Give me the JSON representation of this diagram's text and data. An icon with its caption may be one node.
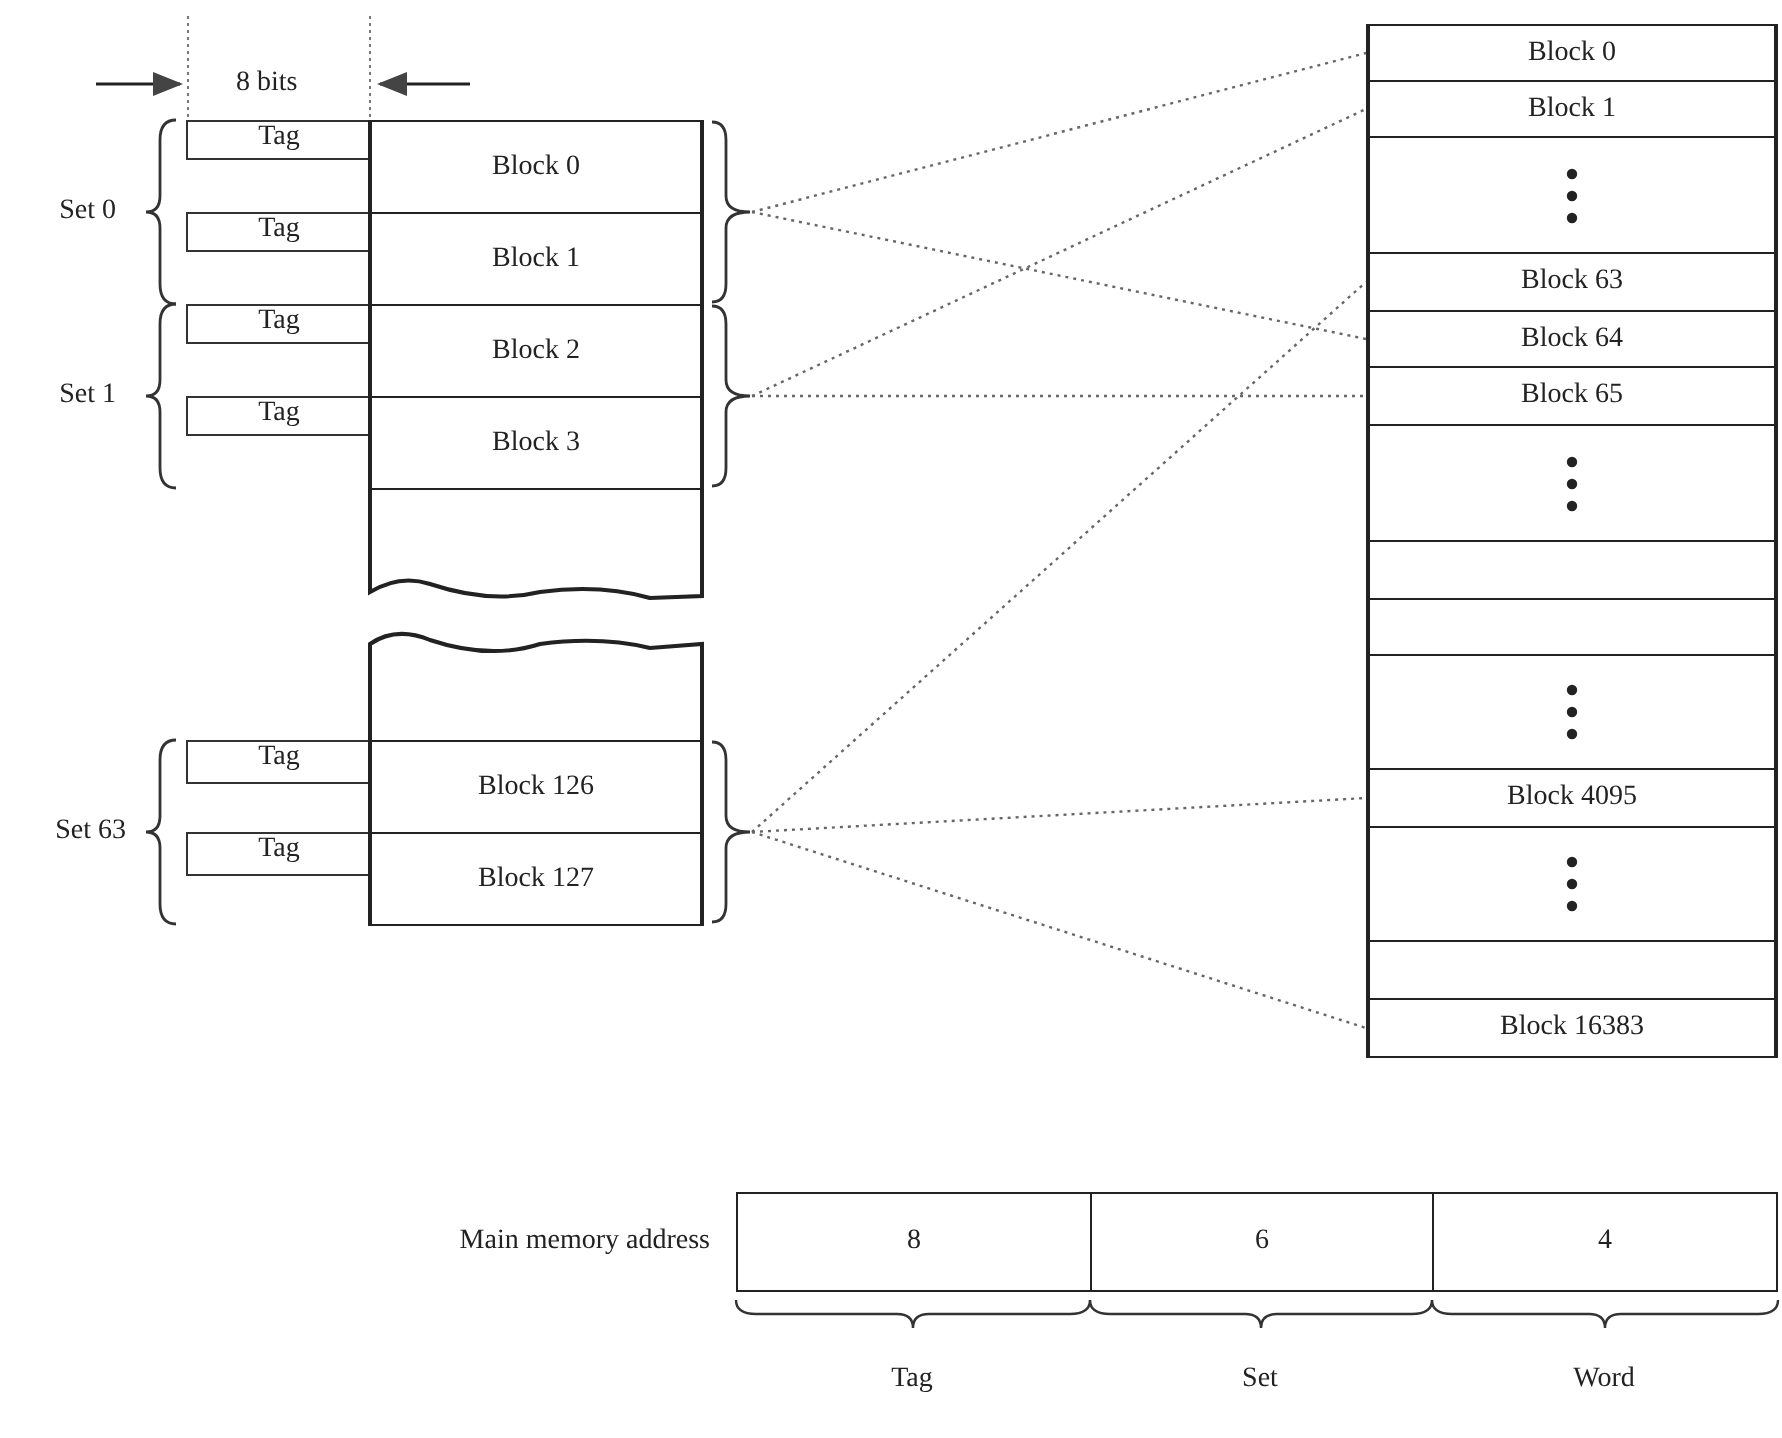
{
  "diagram": {
    "nodes": [
      {
        "text": [
          "Tag"
        ]
      },
      {
        "text": [
          "Block 0"
        ]
      },
      {
        "text": [
          "Tag"
        ]
      },
      {
        "text": [
          "Block 1"
        ]
      },
      {
        "text": [
          "Tag"
        ]
      },
      {
        "text": [
          "Block 2"
        ]
      },
      {
        "text": [
          "Tag"
        ]
      },
      {
        "text": [
          "Block 3"
        ]
      },
      {
        "text": [
          "Tag"
        ]
      },
      {
        "text": [
          "Block 126"
        ]
      },
      {
        "text": [
          "Tag"
        ]
      },
      {
        "text": [
          "Block 127"
        ]
      },
      {
        "text": [],
        "shape": "brace"
      },
      {
        "text": [],
        "shape": "brace"
      },
      {
        "text": [],
        "shape": "brace"
      },
      {
        "text": [
          "Block 0"
        ]
      },
      {
        "text": [
          "Block 1"
        ]
      },
      {
        "text": [],
        "shape": "box"
      },
      {
        "text": [
          "Block 63"
        ]
      },
      {
        "text": [
          "Block 64"
        ]
      },
      {
        "text": [
          "Block 65"
        ]
      },
      {
        "text": [],
        "shape": "box"
      },
      {
        "text": [],
        "shape": "box"
      },
      {
        "text": [],
        "shape": "box"
      },
      {
        "text": [],
        "shape": "box"
      },
      {
        "text": [
          "Block 4095"
        ]
      },
      {
        "text": [],
        "shape": "box"
      },
      {
        "text": [],
        "shape": "box"
      },
      {
        "text": [
          "Block 16383"
        ]
      },
      {
        "text": [
          "8"
        ]
      },
      {
        "text": [
          "6"
        ]
      },
      {
        "text": [
          "4"
        ]
      }
    ],
    "edges": [
      {
        "from": 12,
        "to": 15,
        "arrow": "none",
        "style": "dashed"
      },
      {
        "from": 12,
        "to": 19,
        "arrow": "none",
        "style": "dashed"
      },
      {
        "from": 13,
        "to": 16,
        "arrow": "none",
        "style": "dashed"
      },
      {
        "from": 13,
        "to": 20,
        "arrow": "none",
        "style": "dashed"
      },
      {
        "from": 14,
        "to": 18,
        "arrow": "none",
        "style": "dashed"
      },
      {
        "from": 14,
        "to": 25,
        "arrow": "none",
        "style": "dashed"
      },
      {
        "from": 14,
        "to": 28,
        "arrow": "none",
        "style": "dashed"
      }
    ],
    "labels": [
      "8 bits",
      "Set 0",
      "Set 1",
      "Set 63",
      "Main memory address",
      "Tag",
      "Set",
      "Word"
    ]
  }
}
